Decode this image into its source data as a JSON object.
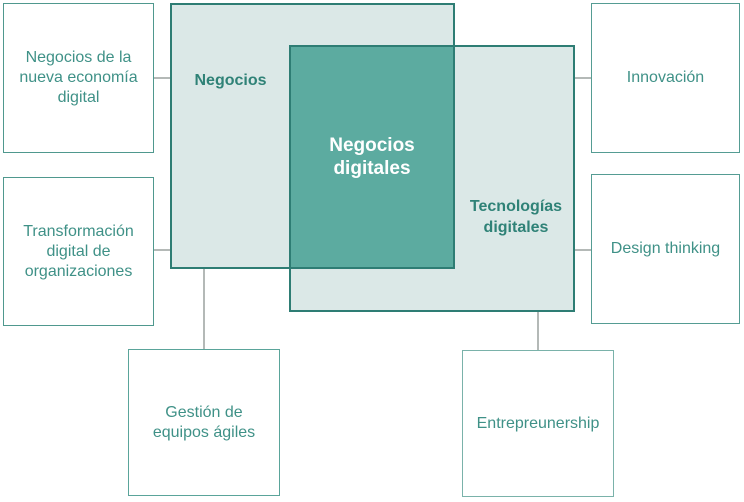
{
  "venn": {
    "negocios": {
      "label": "Negocios"
    },
    "tecnologias": {
      "label": "Tecnologías\ndigitales"
    },
    "overlap": {
      "label": "Negocios\ndigitales"
    }
  },
  "boxes": {
    "nueva_economia": {
      "label": "Negocios de la\nnueva economía\ndigital"
    },
    "transformacion": {
      "label": "Transformación\ndigital de\norganizaciones"
    },
    "innovacion": {
      "label": "Innovación"
    },
    "design_thinking": {
      "label": "Design thinking"
    },
    "gestion": {
      "label": "Gestión de\nequipos ágiles"
    },
    "entrepreunership": {
      "label": "Entrepreunership"
    }
  },
  "colors": {
    "accent_dark": "#2e7d74",
    "venn_light_fill": "#dbe8e7",
    "venn_overlap_fill": "#5caba0",
    "box_border": "#559c93",
    "box_text": "#3f9187",
    "venn_label_text": "#2f8277",
    "overlap_text": "#ffffff",
    "connector": "#b4b9b7",
    "background": "#ffffff"
  }
}
